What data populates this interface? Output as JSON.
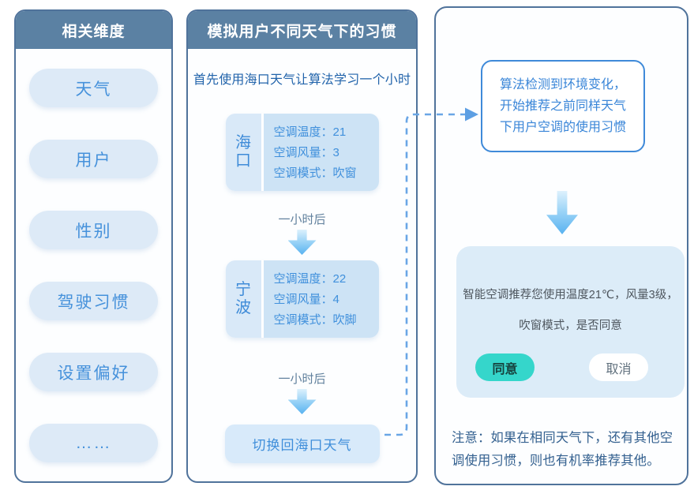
{
  "colors": {
    "header_bg": "#5b81a3",
    "panel_border": "#50739b",
    "pill_bg": "#ddeaf7",
    "pill_text": "#4591db",
    "card_city_bg": "#d9e9f8",
    "card_info_bg": "#cde3f5",
    "card_text": "#4090dc",
    "arrow_blue": "#58b2f0",
    "callout_border": "#3f8ad9",
    "callout_text": "#3a86d8",
    "rec_card_bg": "#dcecf8",
    "agree_bg": "#35d6cb",
    "cancel_bg": "#ffffff",
    "note_text": "#33608f",
    "connector": "#6aa6e6"
  },
  "left_panel": {
    "title": "相关维度",
    "items": [
      "天气",
      "用户",
      "性别",
      "驾驶习惯",
      "设置偏好",
      "……"
    ]
  },
  "middle_panel": {
    "title": "模拟用户不同天气下的习惯",
    "intro": "首先使用海口天气让算法学习一个小时",
    "interval_label": "一小时后",
    "steps": [
      {
        "city": "海口",
        "lines": [
          "空调温度：21",
          "空调风量：3",
          "空调模式：吹窗"
        ]
      },
      {
        "city": "宁波",
        "lines": [
          "空调温度：22",
          "空调风量：4",
          "空调模式：吹脚"
        ]
      }
    ],
    "switch_button": "切换回海口天气"
  },
  "right_panel": {
    "callout_lines": [
      "算法检测到环境变化，",
      "开始推荐之前同样天气",
      "下用户空调的使用习惯"
    ],
    "recommendation": {
      "line1": "智能空调推荐您使用温度21℃，风量3级，",
      "line2": "吹窗模式，是否同意",
      "agree_label": "同意",
      "cancel_label": "取消"
    },
    "note": "注意：如果在相同天气下，还有其他空调使用习惯，则也有机率推荐其他。"
  }
}
